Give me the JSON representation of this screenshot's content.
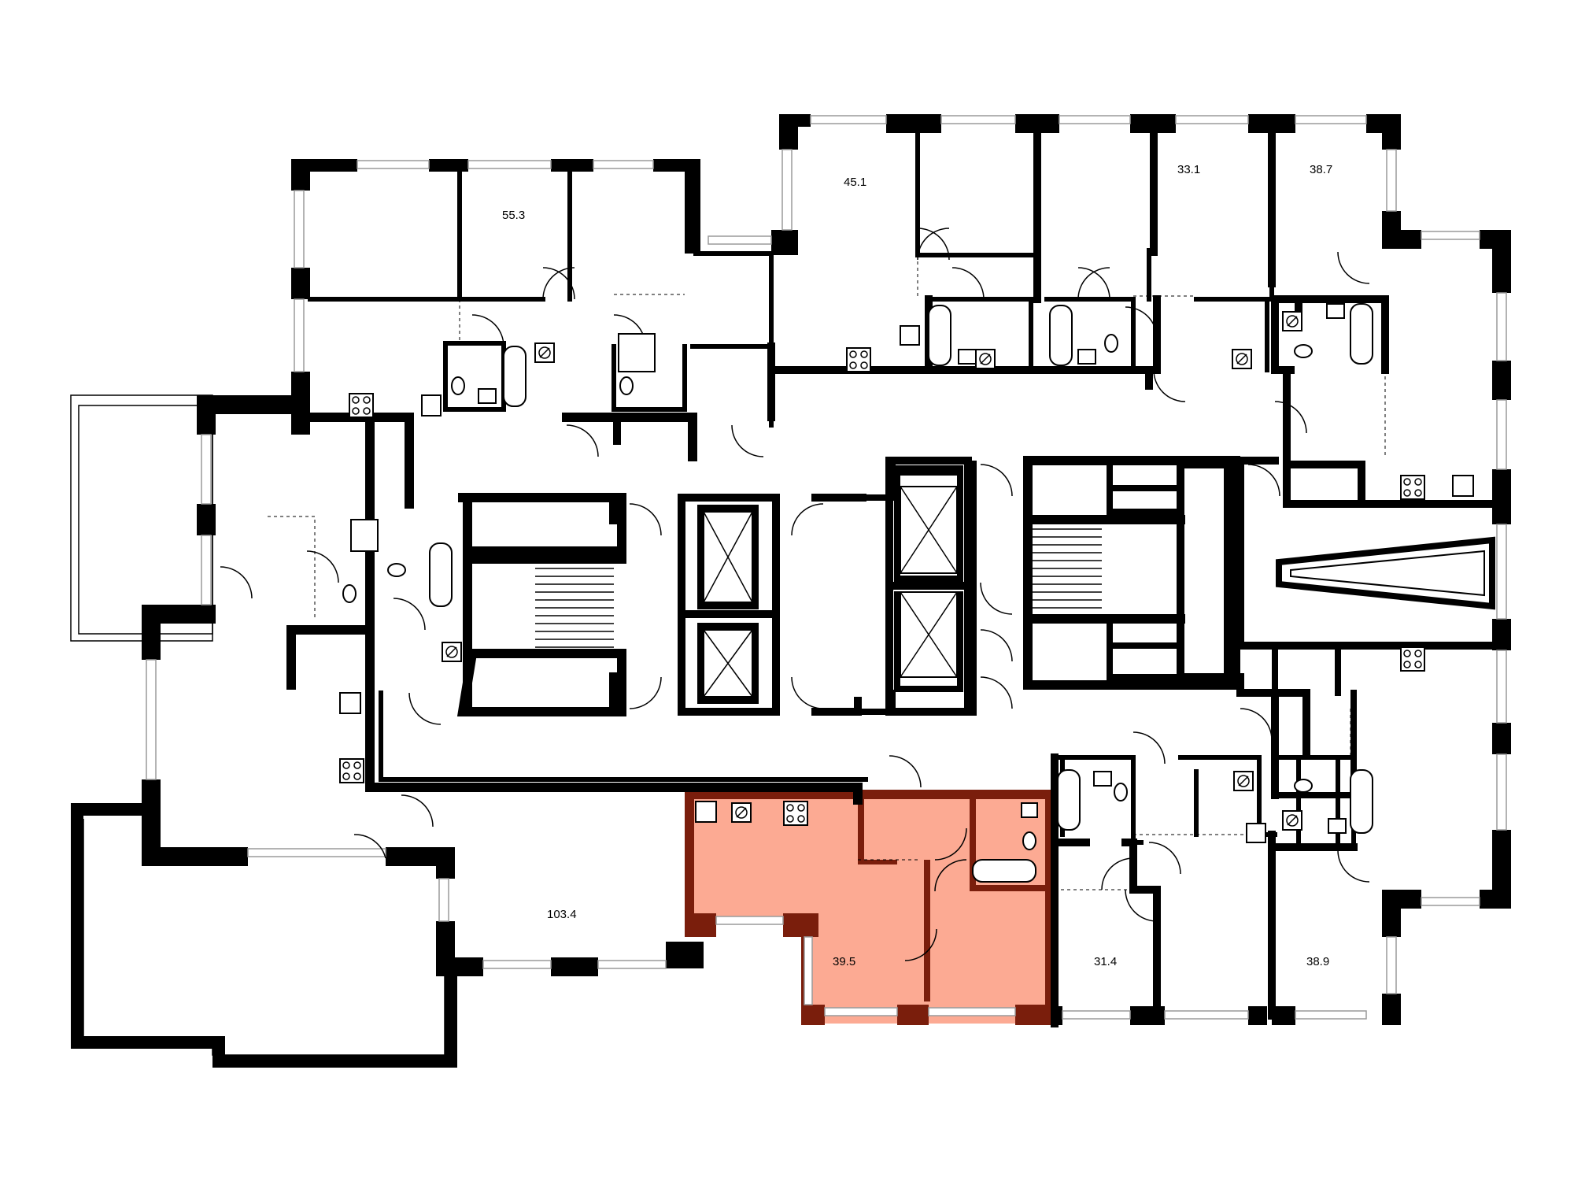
{
  "plan": {
    "units": [
      {
        "id": "unit-55-3",
        "area": "55.3",
        "highlighted": false
      },
      {
        "id": "unit-45-1",
        "area": "45.1",
        "highlighted": false
      },
      {
        "id": "unit-33-1",
        "area": "33.1",
        "highlighted": false
      },
      {
        "id": "unit-38-7",
        "area": "38.7",
        "highlighted": false
      },
      {
        "id": "unit-103-4",
        "area": "103.4",
        "highlighted": false
      },
      {
        "id": "unit-39-5",
        "area": "39.5",
        "highlighted": true
      },
      {
        "id": "unit-31-4",
        "area": "31.4",
        "highlighted": false
      },
      {
        "id": "unit-38-9",
        "area": "38.9",
        "highlighted": false
      }
    ],
    "colors": {
      "highlight_fill": "#fcaa93",
      "highlight_wall": "#7a1e0c",
      "wall": "#000000",
      "window": "#9a9a9a",
      "background": "#ffffff"
    },
    "icons": [
      "stove-icon",
      "washer-icon",
      "sink-icon",
      "bathtub-icon",
      "toilet-icon",
      "shower-icon",
      "elevator-icon",
      "stairs-icon",
      "door-icon"
    ]
  }
}
